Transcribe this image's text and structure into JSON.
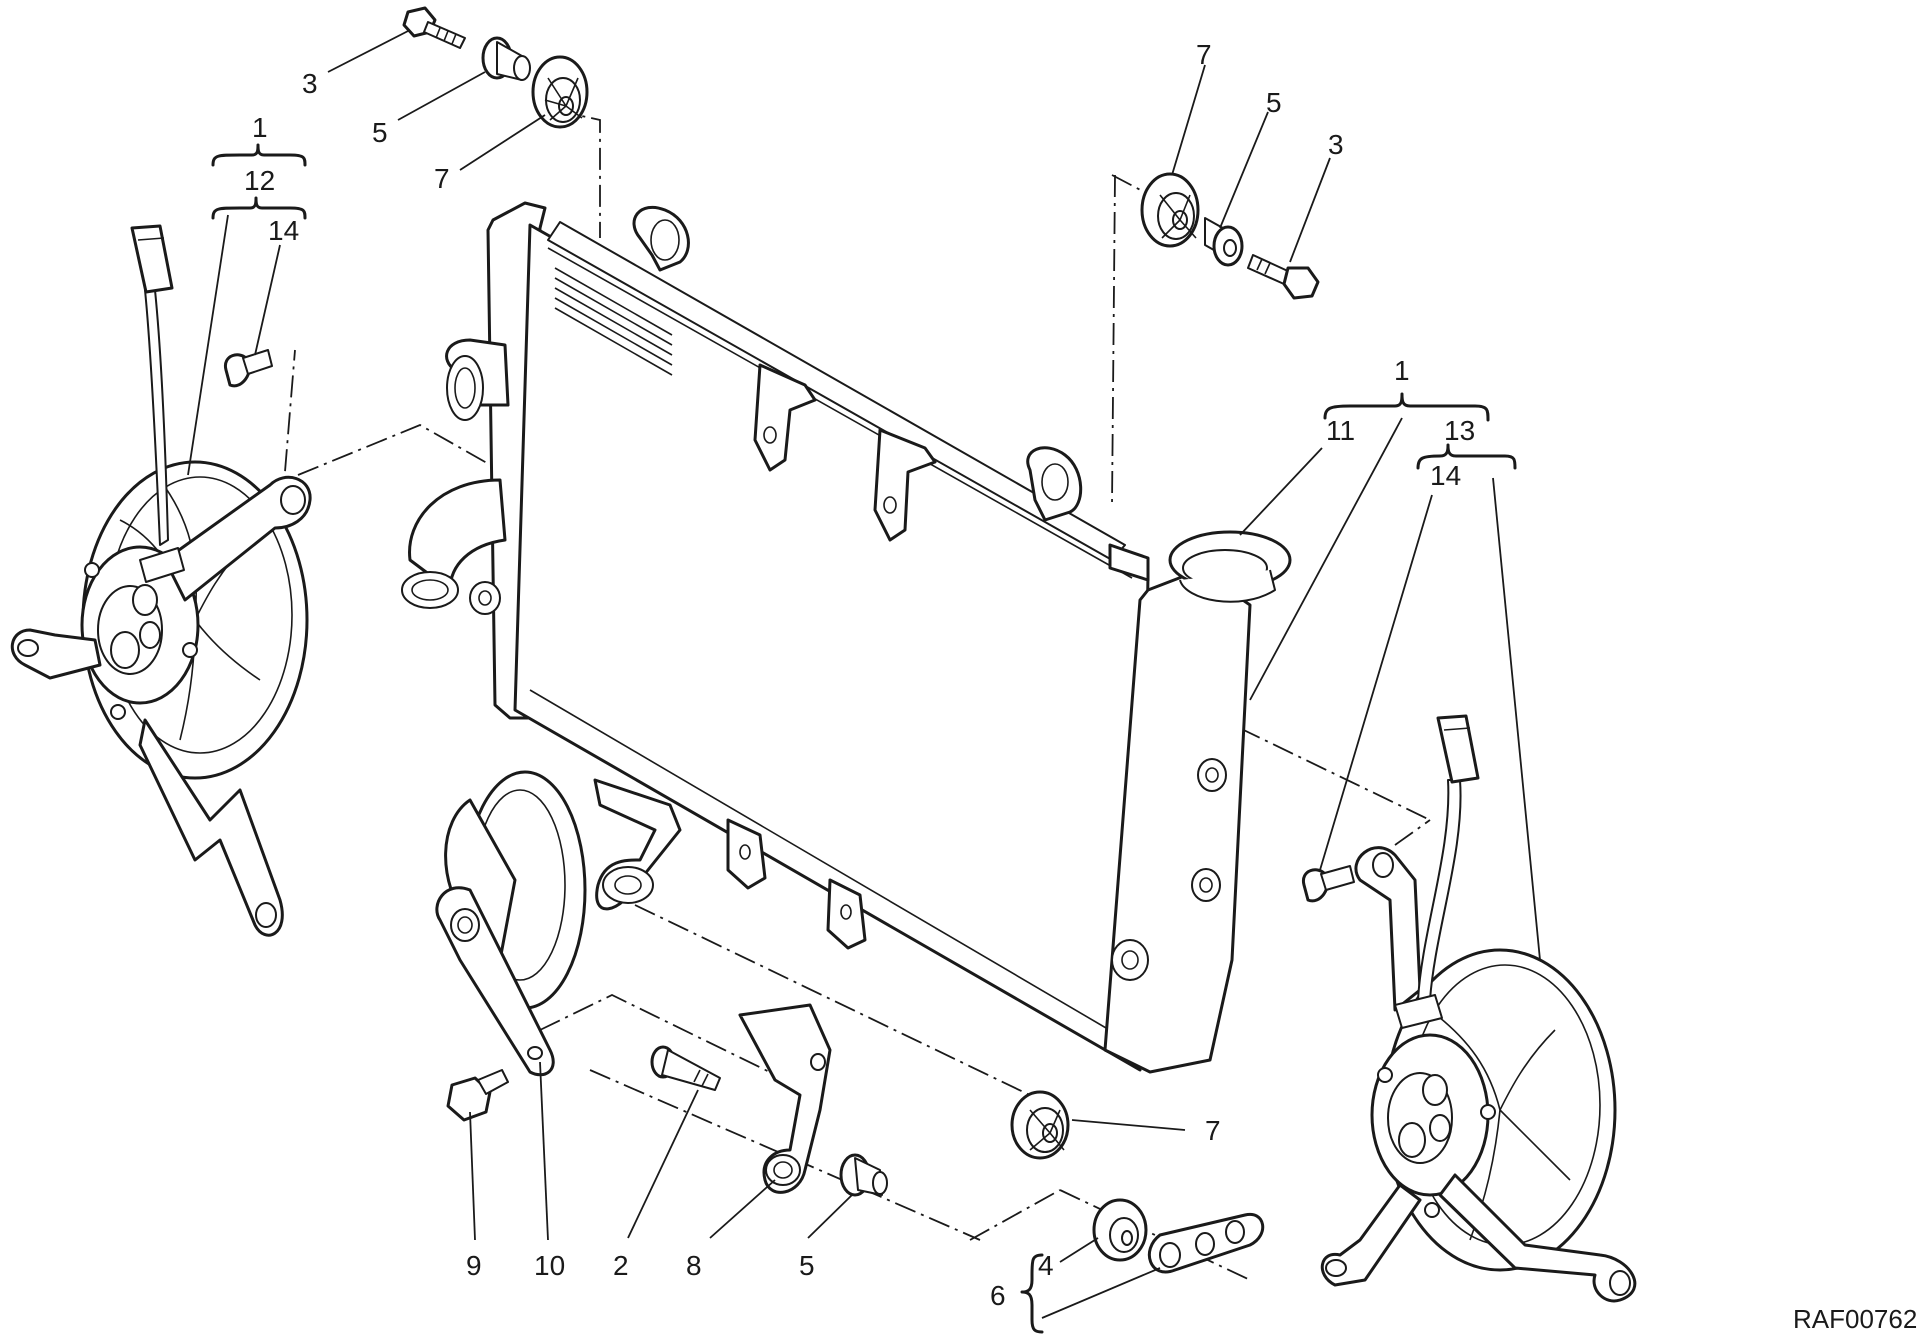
{
  "diagram": {
    "reference_code": "RAF00762",
    "callouts": [
      {
        "id": "c3-top",
        "label": "3"
      },
      {
        "id": "c5-top",
        "label": "5"
      },
      {
        "id": "c7-top",
        "label": "7"
      },
      {
        "id": "c1-left",
        "label": "1"
      },
      {
        "id": "c12-left",
        "label": "12"
      },
      {
        "id": "c14-left",
        "label": "14"
      },
      {
        "id": "c7-right",
        "label": "7"
      },
      {
        "id": "c5-right",
        "label": "5"
      },
      {
        "id": "c3-right",
        "label": "3"
      },
      {
        "id": "c1-right",
        "label": "1"
      },
      {
        "id": "c11",
        "label": "11"
      },
      {
        "id": "c13",
        "label": "13"
      },
      {
        "id": "c14-right",
        "label": "14"
      },
      {
        "id": "c7-bottom",
        "label": "7"
      },
      {
        "id": "c9",
        "label": "9"
      },
      {
        "id": "c10",
        "label": "10"
      },
      {
        "id": "c2",
        "label": "2"
      },
      {
        "id": "c8",
        "label": "8"
      },
      {
        "id": "c5-bottom",
        "label": "5"
      },
      {
        "id": "c4",
        "label": "4"
      },
      {
        "id": "c6",
        "label": "6"
      }
    ]
  }
}
